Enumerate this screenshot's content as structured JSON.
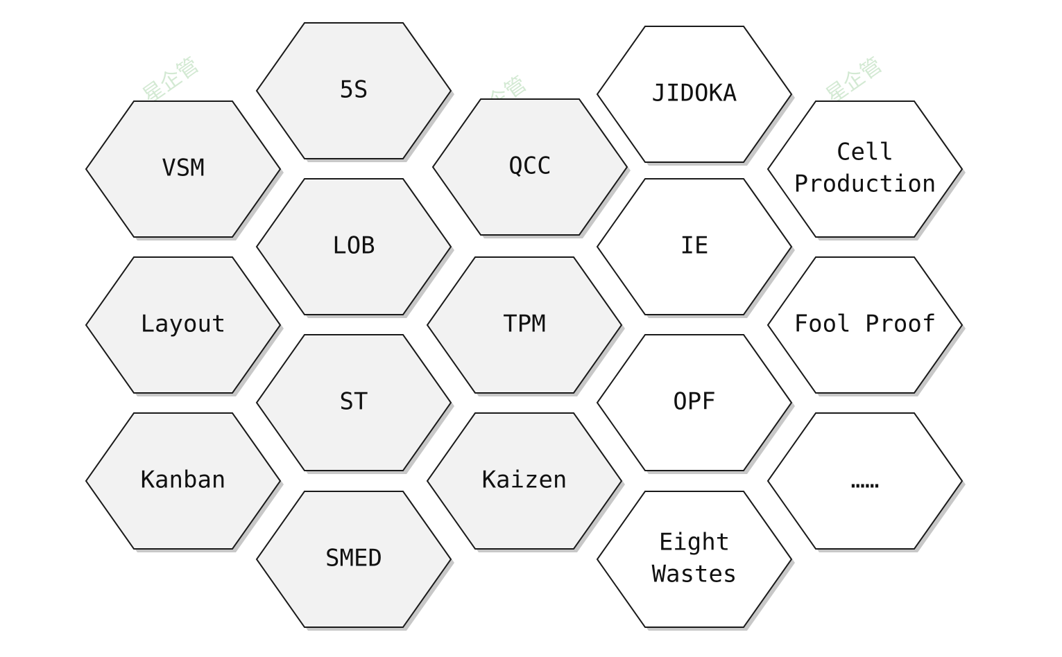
{
  "colors": {
    "filled": "#f2f2f2",
    "empty": "#ffffff",
    "stroke": "#1a1a1a",
    "shadow": "#c8c8c8"
  },
  "hexagons": [
    {
      "id": "vsm",
      "lines": [
        "VSM"
      ],
      "style": "filled"
    },
    {
      "id": "layout",
      "lines": [
        "Layout"
      ],
      "style": "filled"
    },
    {
      "id": "kanban",
      "lines": [
        "Kanban"
      ],
      "style": "filled"
    },
    {
      "id": "5s",
      "lines": [
        "5S"
      ],
      "style": "filled"
    },
    {
      "id": "lob",
      "lines": [
        "LOB"
      ],
      "style": "filled"
    },
    {
      "id": "st",
      "lines": [
        "ST"
      ],
      "style": "filled"
    },
    {
      "id": "smed",
      "lines": [
        "SMED"
      ],
      "style": "filled"
    },
    {
      "id": "qcc",
      "lines": [
        "QCC"
      ],
      "style": "filled"
    },
    {
      "id": "tpm",
      "lines": [
        "TPM"
      ],
      "style": "filled"
    },
    {
      "id": "kaizen",
      "lines": [
        "Kaizen"
      ],
      "style": "filled"
    },
    {
      "id": "jidoka",
      "lines": [
        "JIDOKA"
      ],
      "style": "empty"
    },
    {
      "id": "ie",
      "lines": [
        "IE"
      ],
      "style": "empty"
    },
    {
      "id": "opf",
      "lines": [
        "OPF"
      ],
      "style": "empty"
    },
    {
      "id": "eight-wastes",
      "lines": [
        "Eight",
        "Wastes"
      ],
      "style": "empty"
    },
    {
      "id": "cell-production",
      "lines": [
        "Cell",
        "Production"
      ],
      "style": "empty"
    },
    {
      "id": "fool-proof",
      "lines": [
        "Fool Proof"
      ],
      "style": "empty"
    },
    {
      "id": "more",
      "lines": [
        "……"
      ],
      "style": "empty"
    }
  ],
  "watermarks": [
    "星企管",
    "企管",
    "星企管"
  ]
}
